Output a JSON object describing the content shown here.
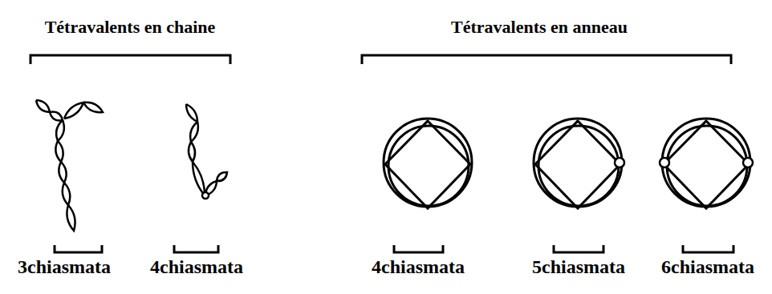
{
  "diagram": {
    "labels": [
      "Tétravalents en chaine",
      "Tétravalents en anneau",
      "3chiasmata",
      "4chiasmata",
      "4chiasmata",
      "5chiasmata",
      "6chiasmata"
    ]
  }
}
